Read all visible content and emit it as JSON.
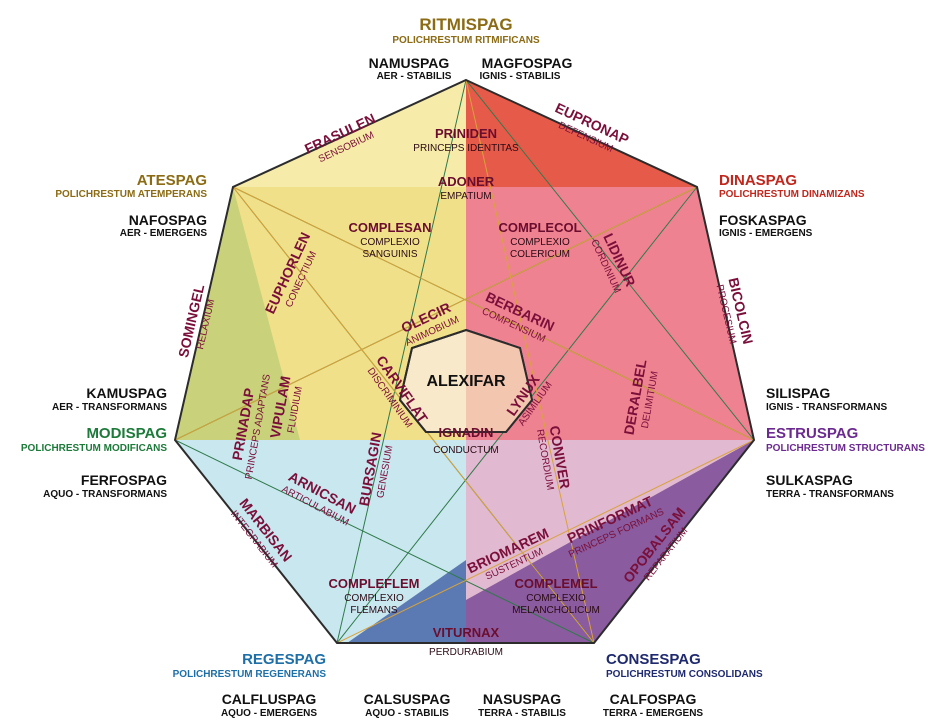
{
  "colors": {
    "yellow": "#f1e08a",
    "yellow_light": "#f6eba8",
    "red": "#ef8291",
    "red_dark": "#e65a4a",
    "blue": "#c9e7ef",
    "purple_light": "#e1b9d0",
    "purple": "#8a5b9e",
    "navy": "#5b7ab3",
    "olive": "#c9d27a",
    "green": "#b6d3a8",
    "outline": "#2c2c2c",
    "gold_text": "#8b6b14",
    "red_text": "#c0271d",
    "green_text": "#1d7a3a",
    "purple_text": "#6b2a8f",
    "blue_text": "#1e6fa8",
    "navy_text": "#1f2a6e",
    "dark_text": "#111111",
    "maroon_text": "#7a0f3a"
  },
  "outer_labels": {
    "ritmispag": {
      "title": "RITMISPAG",
      "sub": "POLICHRESTUM RITMIFICANS"
    },
    "namuspag": {
      "title": "NAMUSPAG",
      "sub": "AER - STABILIS"
    },
    "magfospag": {
      "title": "MAGFOSPAG",
      "sub": "IGNIS - STABILIS"
    },
    "atespag": {
      "title": "ATESPAG",
      "sub": "POLICHRESTUM ATEMPERANS"
    },
    "nafospag": {
      "title": "NAFOSPAG",
      "sub": "AER - EMERGENS"
    },
    "dinaspag": {
      "title": "DINASPAG",
      "sub": "POLICHRESTUM DINAMIZANS"
    },
    "foskaspag": {
      "title": "FOSKASPAG",
      "sub": "IGNIS - EMERGENS"
    },
    "kamuspag": {
      "title": "KAMUSPAG",
      "sub": "AER - TRANSFORMANS"
    },
    "modispag": {
      "title": "MODISPAG",
      "sub": "POLICHRESTUM MODIFICANS"
    },
    "ferfospag": {
      "title": "FERFOSPAG",
      "sub": "AQUO - TRANSFORMANS"
    },
    "silispag": {
      "title": "SILISPAG",
      "sub": "IGNIS - TRANSFORMANS"
    },
    "estruspag": {
      "title": "ESTRUSPAG",
      "sub": "POLICHRESTUM STRUCTURANS"
    },
    "sulkaspag": {
      "title": "SULKASPAG",
      "sub": "TERRA - TRANSFORMANS"
    },
    "regespag": {
      "title": "REGESPAG",
      "sub": "POLICHRESTUM REGENERANS"
    },
    "consespag": {
      "title": "CONSESPAG",
      "sub": "POLICHRESTUM CONSOLIDANS"
    },
    "calfluspag": {
      "title": "CALFLUSPAG",
      "sub": "AQUO - EMERGENS"
    },
    "calsuspag": {
      "title": "CALSUSPAG",
      "sub": "AQUO - STABILIS"
    },
    "nasuspag": {
      "title": "NASUSPAG",
      "sub": "TERRA - STABILIS"
    },
    "calfospag": {
      "title": "CALFOSPAG",
      "sub": "TERRA - EMERGENS"
    }
  },
  "inner_labels": {
    "priniden": {
      "title": "PRINIDEN",
      "sub": "PRINCEPS IDENTITAS"
    },
    "adoner": {
      "title": "ADONER",
      "sub": "EMPATIUM"
    },
    "complesan": {
      "title": "COMPLESAN",
      "sub1": "COMPLEXIO",
      "sub2": "SANGUINIS"
    },
    "complecol": {
      "title": "COMPLECOL",
      "sub1": "COMPLEXIO",
      "sub2": "COLERICUM"
    },
    "ignadin": {
      "title": "IGNADIN",
      "sub": "CONDUCTUM"
    },
    "compleflem": {
      "title": "COMPLEFLEM",
      "sub1": "COMPLEXIO",
      "sub2": "FLEMANS"
    },
    "complemel": {
      "title": "COMPLEMEL",
      "sub1": "COMPLEXIO",
      "sub2": "MELANCHOLICUM"
    },
    "viturnax": {
      "title": "VITURNAX",
      "sub": "PERDURABIUM"
    },
    "center": "ALEXIFAR"
  },
  "edge_labels": {
    "frasulen": {
      "title": "FRASULEN",
      "sub": "SENSOBIUM"
    },
    "eupronap": {
      "title": "EUPRONAP",
      "sub": "DEFENSIUM"
    },
    "somingel": {
      "title": "SOMINGEL",
      "sub": "RELAXIUM"
    },
    "bicolcin": {
      "title": "BICOLCIN",
      "sub": "PROCESIUM"
    },
    "marbisan": {
      "title": "MARBISAN",
      "sub": "INTEGRABIUM"
    },
    "opobalsam": {
      "title": "OPOBALSAM",
      "sub": "REPARATIUM"
    }
  },
  "diag_labels": {
    "euphorlen": {
      "title": "EUPHORLEN",
      "sub": "CONECTIUM"
    },
    "lidinur": {
      "title": "LIDINUR",
      "sub": "CORDINIUM"
    },
    "olecir": {
      "title": "OLECIR",
      "sub": "ANIMOBIUM"
    },
    "berbarin": {
      "title": "BERBARIN",
      "sub": "COMPENSIUM"
    },
    "carviflat": {
      "title": "CARVIFLAT",
      "sub": "DISCRIMINIUM"
    },
    "lynux": {
      "title": "LYNUX",
      "sub": "ASIMILIUM"
    },
    "vipulam": {
      "title": "VIPULAM",
      "sub": "FLUIDIUM"
    },
    "deralbel": {
      "title": "DERALBEL",
      "sub": "DELIMITIUM"
    },
    "prinadap": {
      "title": "PRINADAP",
      "sub": "PRINCEPS ADAPTANS"
    },
    "bursagin": {
      "title": "BURSAGIN",
      "sub": "GENESIUM"
    },
    "coniver": {
      "title": "CONIVER",
      "sub": "RECORDIUM"
    },
    "arnicsan": {
      "title": "ARNICSAN",
      "sub": "ARTICULABIUM"
    },
    "prinformat": {
      "title": "PRINFORMAT",
      "sub": "PRINCEPS FORMANS"
    },
    "briomarem": {
      "title": "BRIOMAREM",
      "sub": "SUSTENTUM"
    }
  }
}
